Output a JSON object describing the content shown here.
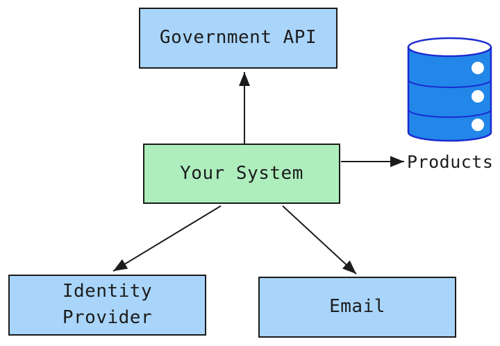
{
  "diagram": {
    "nodes": [
      {
        "id": "government-api",
        "label": "Government API",
        "shape": "rectangle",
        "fill": "#a9d5fa"
      },
      {
        "id": "your-system",
        "label": "Your System",
        "shape": "rectangle",
        "fill": "#aeeebd"
      },
      {
        "id": "identity-provider",
        "label": "Identity\nProvider",
        "shape": "rectangle",
        "fill": "#a9d5fa"
      },
      {
        "id": "email",
        "label": "Email",
        "shape": "rectangle",
        "fill": "#a9d5fa"
      },
      {
        "id": "products",
        "label": "Products",
        "shape": "database-cylinder",
        "fill": "#2287e8"
      }
    ],
    "edges": [
      {
        "from": "your-system",
        "to": "government-api",
        "direction": "up"
      },
      {
        "from": "your-system",
        "to": "products",
        "direction": "right"
      },
      {
        "from": "your-system",
        "to": "identity-provider",
        "direction": "down-left"
      },
      {
        "from": "your-system",
        "to": "email",
        "direction": "down-right"
      }
    ],
    "colors": {
      "background": "#ffffff",
      "box-blue": "#a9d5fa",
      "box-green": "#aeeebd",
      "box-border": "#1a1a1a",
      "text": "#1c1c1c",
      "arrow": "#1c1c1c",
      "db-fill": "#2287e8",
      "db-stroke": "#1c2bd1",
      "db-highlight": "#ffffff"
    }
  }
}
